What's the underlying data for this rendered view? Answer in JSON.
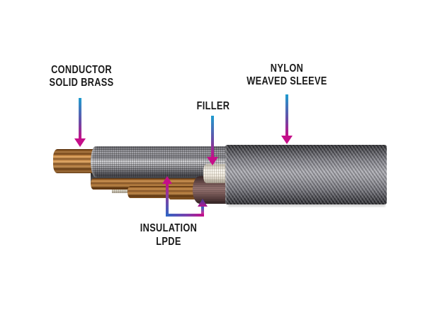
{
  "diagram": {
    "subject": "cable cross-section anatomy",
    "labels": {
      "conductor": {
        "line1": "CONDUCTOR",
        "line2": "SOLID BRASS"
      },
      "nylon": {
        "line1": "NYLON",
        "line2": "WEAVED SLEEVE"
      },
      "filler": {
        "line1": "FILLER"
      },
      "insulation": {
        "line1": "INSULATION",
        "line2": "LPDE"
      }
    },
    "callouts": [
      {
        "label": "CONDUCTOR SOLID BRASS",
        "arrow": "down",
        "points_to": "brass conductor strands"
      },
      {
        "label": "NYLON WEAVED SLEEVE",
        "arrow": "down",
        "points_to": "outer weaved sleeve"
      },
      {
        "label": "FILLER",
        "arrow": "down",
        "points_to": "white filler cord"
      },
      {
        "label": "INSULATION LPDE",
        "arrow": "bracket-up",
        "points_to": "inner insulation layers and brown insulated wire"
      }
    ]
  },
  "colors": {
    "background": "#ffffff",
    "text_color": "#1a1a1a",
    "arrow_blue": "#1e9ccf",
    "arrow_magenta": "#c50e89",
    "copper": "#b5742f",
    "mesh_silver": "#9a9aa0",
    "outer_sleeve_gray": "#8c8c94",
    "brown_wire": "#7d5d5b",
    "filler_white": "#f2eee4"
  }
}
